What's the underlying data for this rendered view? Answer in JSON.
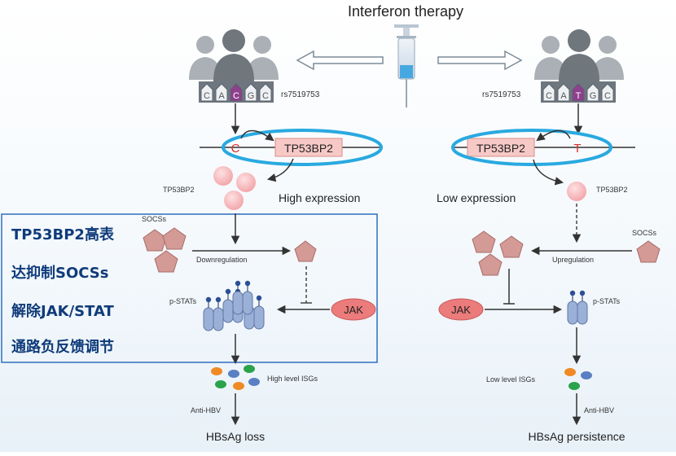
{
  "title": "Interferon therapy",
  "left": {
    "snp": "rs7519753",
    "bases": [
      "C",
      "A",
      "C",
      "G",
      "C"
    ],
    "allele": "C",
    "gene": "TP53BP2",
    "protein_label": "TP53BP2",
    "expression": "High expression",
    "socs_label": "SOCSs",
    "regulation": "Downregulation",
    "pstats_label": "p-STATs",
    "jak_label": "JAK",
    "isgs_label": "High level ISGs",
    "anti_hbv": "Anti-HBV",
    "outcome": "HBsAg loss"
  },
  "right": {
    "snp": "rs7519753",
    "bases": [
      "C",
      "A",
      "T",
      "G",
      "C"
    ],
    "allele": "T",
    "gene": "TP53BP2",
    "protein_label": "TP53BP2",
    "expression": "Low expression",
    "socs_label": "SOCSs",
    "regulation": "Upregulation",
    "pstats_label": "p-STATs",
    "jak_label": "JAK",
    "isgs_label": "Low level ISGs",
    "anti_hbv": "Anti-HBV",
    "outcome": "HBsAg persistence"
  },
  "annotation": {
    "lines": [
      "TP53BP2高表",
      "达抑制SOCSs",
      "解除JAK/STAT",
      "通路负反馈调节"
    ]
  },
  "colors": {
    "highlight_ring": "#29a9e0",
    "gene_box": "#f7c9c6",
    "protein": "#f6b7bb",
    "socs": "#d49a96",
    "stat": "#9bb0d6",
    "jak": "#ec7b7b",
    "allele_red": "#d9302a",
    "snp_purple": "#8e3f8e",
    "annotation_border": "#2f6fbf",
    "annotation_text": "#0f3b7a"
  }
}
